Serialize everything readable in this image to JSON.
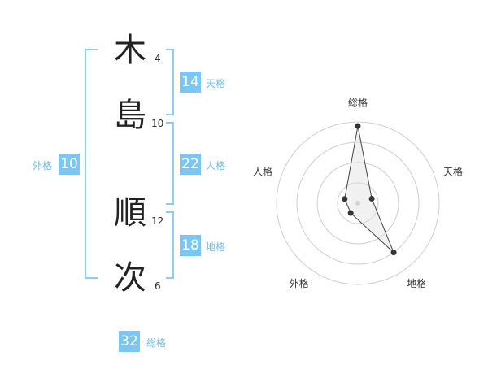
{
  "name_chars": [
    {
      "char": "木",
      "strokes": "4"
    },
    {
      "char": "島",
      "strokes": "10"
    },
    {
      "char": "順",
      "strokes": "12"
    },
    {
      "char": "次",
      "strokes": "6"
    }
  ],
  "scores": {
    "tenkaku": {
      "value": "14",
      "label": "天格"
    },
    "jinkaku": {
      "value": "22",
      "label": "人格"
    },
    "chikaku": {
      "value": "18",
      "label": "地格"
    },
    "gaikaku": {
      "value": "10",
      "label": "外格"
    },
    "soukaku": {
      "value": "32",
      "label": "総格"
    }
  },
  "colors": {
    "accent": "#7ac6f5",
    "bracket": "#8ccdf6",
    "label": "#6cbdf0"
  },
  "chart_data": {
    "type": "radar",
    "axes": [
      "総格",
      "天格",
      "地格",
      "外格",
      "人格"
    ],
    "values": [
      0.95,
      0.18,
      0.75,
      0.15,
      0.17
    ],
    "range": [
      0,
      1
    ],
    "rings": 4
  }
}
